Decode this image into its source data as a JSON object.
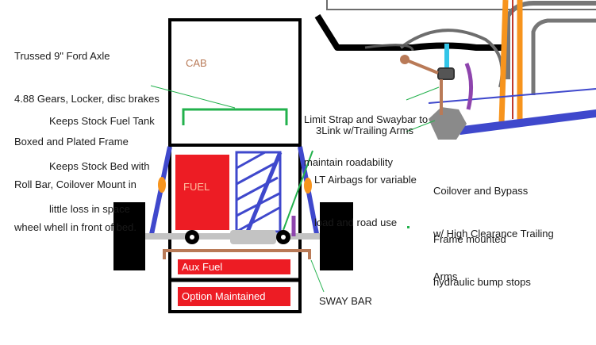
{
  "colors": {
    "frame": "#000000",
    "fuel": "#ed1c24",
    "cab_text": "#b97a57",
    "fuel_text": "#ffc0a0",
    "aux_text": "#ffffff",
    "truss": "#3f48cc",
    "airbag": "#22b14c",
    "bump_stop": "#f7941d",
    "sway_bar": "#b97a57",
    "limit_strap": "#8e44ad",
    "link": "#33c5e8"
  },
  "blocks": {
    "cab": "CAB",
    "fuel": "FUEL",
    "aux_fuel": "Aux Fuel",
    "option": "Option Maintained"
  },
  "notes": {
    "axle": [
      "Trussed 9\" Ford Axle",
      "4.88 Gears, Locker, disc brakes",
      "Boxed and Plated Frame",
      "Roll Bar, Coilover Mount in",
      "wheel whell in front of bed."
    ],
    "fuel_tank": "Keeps Stock Fuel Tank",
    "bed": [
      "Keeps Stock Bed with",
      "little loss in space"
    ],
    "limit_strap": [
      "Limit Strap and Swaybar to",
      "maintain roadability"
    ],
    "three_link": "3Link w/Trailing Arms",
    "airbags": [
      "LT Airbags for variable",
      "load and road use"
    ],
    "coilover": [
      "Coilover and Bypass",
      "w/ High Clearance Trailing",
      "Arms"
    ],
    "bump_stops": [
      "Frame mounted",
      "hydraulic bump stops"
    ],
    "sway_bar": "SWAY BAR"
  }
}
